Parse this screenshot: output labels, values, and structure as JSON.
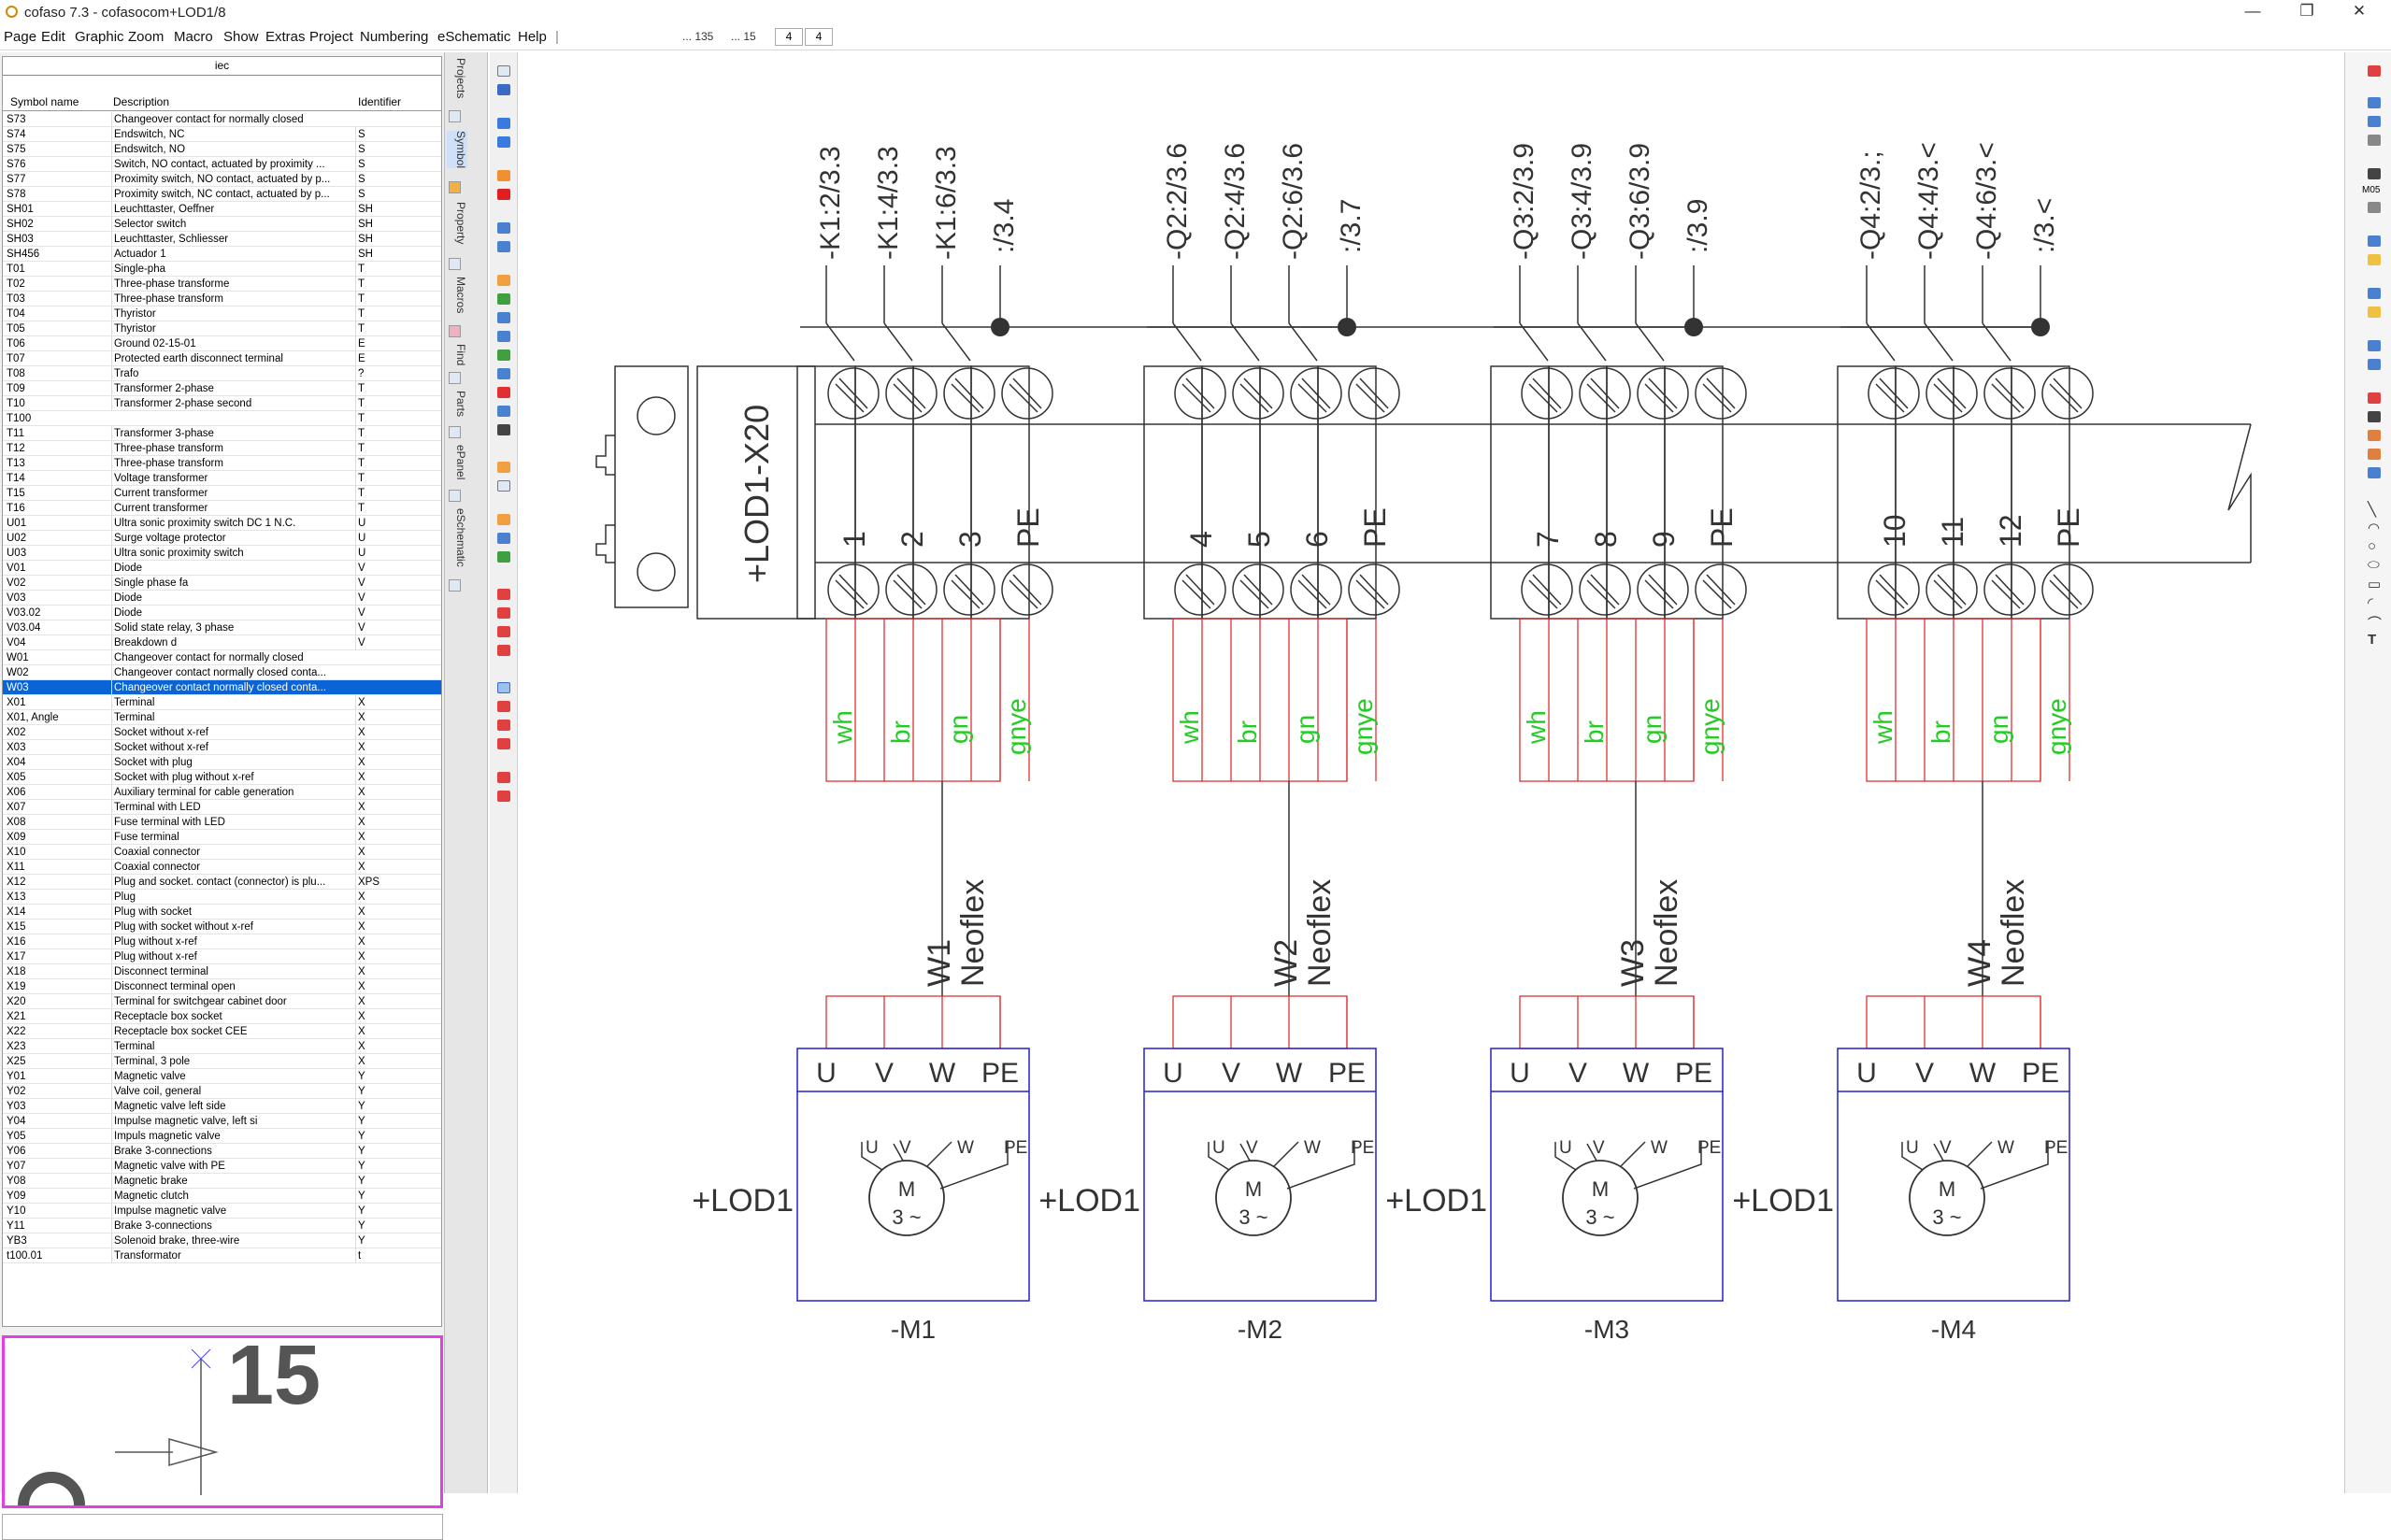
{
  "window": {
    "title": "cofaso 7.3 - cofasocom+LOD1/8"
  },
  "menu": [
    "Page",
    "Edit",
    "Graphic",
    "Zoom",
    "Macro",
    "Show",
    "Extras",
    "Project",
    "Numbering",
    "eSchematic",
    "Help"
  ],
  "toolbar": {
    "coords": [
      "... 135",
      "... 15"
    ],
    "fields": [
      "4",
      "4"
    ]
  },
  "library": {
    "name": "iec",
    "columns": [
      "Symbol name",
      "Description",
      "Identifier"
    ],
    "rows": [
      [
        "S73",
        "Changeover contact for normally closed",
        ""
      ],
      [
        "S74",
        "Endswitch, NC",
        "S"
      ],
      [
        "S75",
        "Endswitch, NO",
        "S"
      ],
      [
        "S76",
        "Switch, NO contact, actuated by proximity ...",
        "S"
      ],
      [
        "S77",
        "Proximity switch, NO contact, actuated by p...",
        "S"
      ],
      [
        "S78",
        "Proximity switch, NC contact, actuated by p...",
        "S"
      ],
      [
        "SH01",
        "Leuchttaster, Oeffner",
        "SH"
      ],
      [
        "SH02",
        "Selector switch",
        "SH"
      ],
      [
        "SH03",
        "Leuchttaster, Schliesser",
        "SH"
      ],
      [
        "SH456",
        "Actuador 1",
        "SH"
      ],
      [
        "T01",
        "Single-pha",
        "T"
      ],
      [
        "T02",
        "Three-phase transforme",
        "T"
      ],
      [
        "T03",
        "Three-phase transform",
        "T"
      ],
      [
        "T04",
        "Thyristor",
        "T"
      ],
      [
        "T05",
        "Thyristor",
        "T"
      ],
      [
        "T06",
        "Ground 02-15-01",
        "E"
      ],
      [
        "T07",
        "Protected earth disconnect terminal",
        "E"
      ],
      [
        "T08",
        "Trafo",
        "?"
      ],
      [
        "T09",
        "Transformer 2-phase",
        "T"
      ],
      [
        "T10",
        "Transformer 2-phase second",
        "T"
      ],
      [
        "T100",
        "",
        "T"
      ],
      [
        "T11",
        "Transformer 3-phase",
        "T"
      ],
      [
        "T12",
        "Three-phase transform",
        "T"
      ],
      [
        "T13",
        "Three-phase transform",
        "T"
      ],
      [
        "T14",
        "Voltage transformer",
        "T"
      ],
      [
        "T15",
        "Current transformer",
        "T"
      ],
      [
        "T16",
        "Current transformer",
        "T"
      ],
      [
        "U01",
        "Ultra sonic proximity switch DC 1 N.C.",
        "U"
      ],
      [
        "U02",
        "Surge voltage protector",
        "U"
      ],
      [
        "U03",
        "Ultra sonic proximity switch",
        "U"
      ],
      [
        "V01",
        "Diode",
        "V"
      ],
      [
        "V02",
        "Single phase fa",
        "V"
      ],
      [
        "V03",
        "Diode",
        "V"
      ],
      [
        "V03.02",
        "Diode",
        "V"
      ],
      [
        "V03.04",
        "Solid state relay, 3 phase",
        "V"
      ],
      [
        "V04",
        "Breakdown d",
        "V"
      ],
      [
        "W01",
        "Changeover contact for normally closed",
        ""
      ],
      [
        "W02",
        "Changeover contact normally closed conta...",
        ""
      ],
      [
        "W03",
        "Changeover contact normally closed conta...",
        ""
      ],
      [
        "X01",
        "Terminal",
        "X"
      ],
      [
        "X01, Angle",
        "Terminal",
        "X"
      ],
      [
        "X02",
        "Socket without x-ref",
        "X"
      ],
      [
        "X03",
        "Socket without x-ref",
        "X"
      ],
      [
        "X04",
        "Socket with plug",
        "X"
      ],
      [
        "X05",
        "Socket with plug without x-ref",
        "X"
      ],
      [
        "X06",
        "Auxiliary terminal for cable generation",
        "X"
      ],
      [
        "X07",
        "Terminal with LED",
        "X"
      ],
      [
        "X08",
        "Fuse terminal with LED",
        "X"
      ],
      [
        "X09",
        "Fuse terminal",
        "X"
      ],
      [
        "X10",
        "Coaxial connector",
        "X"
      ],
      [
        "X11",
        "Coaxial connector",
        "X"
      ],
      [
        "X12",
        "Plug and socket. contact (connector) is plu...",
        "XPS"
      ],
      [
        "X13",
        "Plug",
        "X"
      ],
      [
        "X14",
        "Plug with socket",
        "X"
      ],
      [
        "X15",
        "Plug with socket without x-ref",
        "X"
      ],
      [
        "X16",
        "Plug without x-ref",
        "X"
      ],
      [
        "X17",
        "Plug without x-ref",
        "X"
      ],
      [
        "X18",
        "Disconnect terminal",
        "X"
      ],
      [
        "X19",
        "Disconnect terminal open",
        "X"
      ],
      [
        "X20",
        "Terminal for switchgear cabinet door",
        "X"
      ],
      [
        "X21",
        "Receptacle box socket",
        "X"
      ],
      [
        "X22",
        "Receptacle box socket CEE",
        "X"
      ],
      [
        "X23",
        "Terminal",
        "X"
      ],
      [
        "X25",
        "Terminal, 3 pole",
        "X"
      ],
      [
        "Y01",
        "Magnetic valve",
        "Y"
      ],
      [
        "Y02",
        "Valve coil, general",
        "Y"
      ],
      [
        "Y03",
        "Magnetic valve left side",
        "Y"
      ],
      [
        "Y04",
        "Impulse magnetic valve, left si",
        "Y"
      ],
      [
        "Y05",
        "Impuls magnetic valve",
        "Y"
      ],
      [
        "Y06",
        "Brake 3-connections",
        "Y"
      ],
      [
        "Y07",
        "Magnetic valve with PE",
        "Y"
      ],
      [
        "Y08",
        "Magnetic brake",
        "Y"
      ],
      [
        "Y09",
        "Magnetic clutch",
        "Y"
      ],
      [
        "Y10",
        "Impulse magnetic valve",
        "Y"
      ],
      [
        "Y11",
        "Brake 3-connections",
        "Y"
      ],
      [
        "YB3",
        "Solenoid brake, three-wire",
        "Y"
      ],
      [
        "t100.01",
        "Transformator",
        "t"
      ]
    ],
    "selected_row": 38
  },
  "side_tabs": [
    "Projects",
    "Symbol",
    "Property",
    "Macros",
    "Find",
    "Parts",
    "ePanel",
    "eSchematic"
  ],
  "preview": {
    "text": "15"
  },
  "schematic": {
    "strip_label": "+LOD1-X20",
    "groups": [
      {
        "refs": [
          "-K1:2/3.3",
          "-K1:4/3.3",
          "-K1:6/3.3",
          ":/3.4"
        ],
        "terms": [
          "1",
          "2",
          "3",
          "PE"
        ],
        "cable": "W1",
        "cable_type": "Neoflex",
        "motor": "-M1"
      },
      {
        "refs": [
          "-Q2:2/3.6",
          "-Q2:4/3.6",
          "-Q2:6/3.6",
          ":/3.7"
        ],
        "terms": [
          "4",
          "5",
          "6",
          "PE"
        ],
        "cable": "W2",
        "cable_type": "Neoflex",
        "motor": "-M2"
      },
      {
        "refs": [
          "-Q3:2/3.9",
          "-Q3:4/3.9",
          "-Q3:6/3.9",
          ":/3.9"
        ],
        "terms": [
          "7",
          "8",
          "9",
          "PE"
        ],
        "cable": "W3",
        "cable_type": "Neoflex",
        "motor": "-M3"
      },
      {
        "refs": [
          "-Q4:2/3.;",
          "-Q4:4/3.<",
          "-Q4:6/3.<",
          ":/3.<"
        ],
        "terms": [
          "10",
          "11",
          "12",
          "PE"
        ],
        "cable": "W4",
        "cable_type": "Neoflex",
        "motor": "-M4"
      }
    ],
    "cores": [
      "wh",
      "br",
      "gn",
      "gnye"
    ],
    "motor_pins": [
      "U",
      "V",
      "W",
      "PE"
    ],
    "motor_inner_pins": [
      "U",
      "V",
      "W",
      "PE"
    ],
    "motor_symbol": "M",
    "motor_phase": "3 ~",
    "location": "+LOD1",
    "colors": {
      "wire": "#e02020",
      "cores": "#22cc22",
      "box": "#2020cc",
      "line": "#333333"
    }
  }
}
